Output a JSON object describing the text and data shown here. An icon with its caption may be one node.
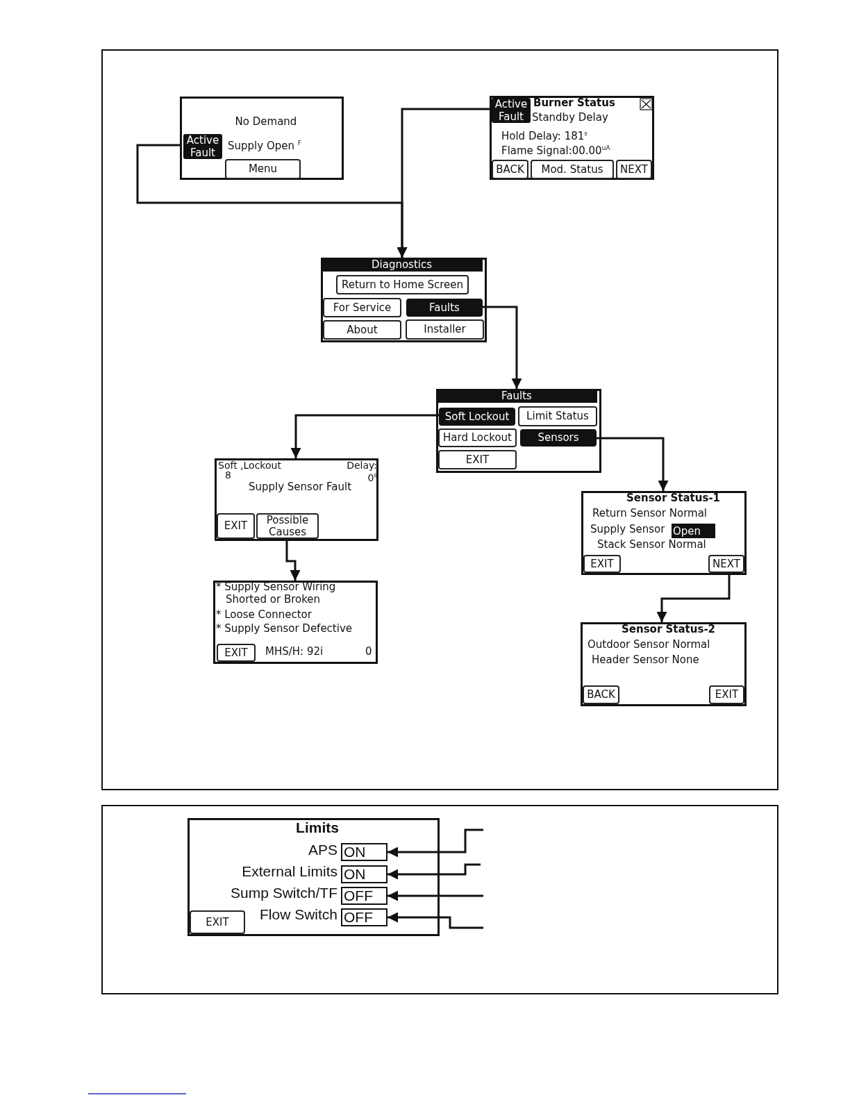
{
  "diagram": {
    "nodes": [
      {
        "text": [
          "No Demand",
          "Supply Open $^{F}$"
        ]
      },
      {
        "text": [
          "Active Fault"
        ],
        "in": 0
      },
      {
        "text": [
          "Menu"
        ],
        "in": 0
      },
      {
        "text": [
          "Burner Status",
          "Standby Delay",
          "Hold Delay:  181$^{s}$",
          "Flame Signal:00.00$^{uA}$"
        ]
      },
      {
        "text": [
          "Active Fault"
        ],
        "in": 3
      },
      {
        "text": [
          "BACK"
        ],
        "in": 3
      },
      {
        "text": [
          "Mod. Status"
        ],
        "in": 3
      },
      {
        "text": [
          "NEXT"
        ],
        "in": 3
      },
      {
        "text": [
          "Diagnostics"
        ]
      },
      {
        "text": [
          "Return to Home Screen"
        ],
        "in": 8
      },
      {
        "text": [
          "For Service"
        ],
        "in": 8
      },
      {
        "text": [
          "Faults"
        ],
        "in": 8
      },
      {
        "text": [
          "About"
        ],
        "in": 8
      },
      {
        "text": [
          "Installer"
        ],
        "in": 8
      },
      {
        "text": [
          "Faults"
        ]
      },
      {
        "text": [
          "Soft Lockout"
        ],
        "in": 14
      },
      {
        "text": [
          "Limit Status"
        ],
        "in": 14
      },
      {
        "text": [
          "Hard Lockout"
        ],
        "in": 14
      },
      {
        "text": [
          "Sensors"
        ],
        "in": 14
      },
      {
        "text": [
          "EXIT"
        ],
        "in": 14
      },
      {
        "text": [
          "Soft ,Lockout",
          "8",
          "Delay:",
          "0$^{s}$",
          "Supply Sensor Fault"
        ]
      },
      {
        "text": [
          "EXIT"
        ],
        "in": 20
      },
      {
        "text": [
          "Possible Causes"
        ],
        "in": 20
      },
      {
        "text": [
          "* Supply Sensor Wiring Shorted or Broken",
          "* Loose Connector",
          "* Supply Sensor Defective",
          "MHS/H:  92i",
          "0"
        ]
      },
      {
        "text": [
          "EXIT"
        ],
        "in": 23
      },
      {
        "text": [
          "Sensor Status-1",
          "Return Sensor Normal",
          "Supply Sensor",
          "Stack Sensor Normal"
        ]
      },
      {
        "text": [
          "Open"
        ],
        "in": 25
      },
      {
        "text": [
          "EXIT"
        ],
        "in": 25
      },
      {
        "text": [
          "NEXT"
        ],
        "in": 25
      },
      {
        "text": [
          "Sensor Status-2",
          "Outdoor Sensor Normal",
          "Header Sensor None"
        ]
      },
      {
        "text": [
          "BACK"
        ],
        "in": 29
      },
      {
        "text": [
          "EXIT"
        ],
        "in": 29
      },
      {
        "text": [
          "Limits",
          "APS",
          "External Limits",
          "Sump Switch/TF",
          "Flow Switch"
        ]
      },
      {
        "text": [
          "EXIT"
        ],
        "in": 32
      },
      {
        "text": [
          "ON"
        ],
        "in": 32
      },
      {
        "text": [
          "ON"
        ],
        "in": 32
      },
      {
        "text": [
          "OFF"
        ],
        "in": 32
      },
      {
        "text": [
          "OFF"
        ],
        "in": 32
      }
    ],
    "edges": [
      {
        "from": 0,
        "to": 8,
        "arrow": "to"
      },
      {
        "from": 3,
        "to": 8,
        "arrow": "to"
      },
      {
        "from": 11,
        "to": 14,
        "arrow": "to"
      },
      {
        "from": 15,
        "to": 20,
        "arrow": "to"
      },
      {
        "from": 18,
        "to": 25,
        "arrow": "to"
      },
      {
        "from": 22,
        "to": 23,
        "arrow": "to"
      },
      {
        "from": 28,
        "to": 29,
        "arrow": "to"
      },
      {
        "from": null,
        "to": 34,
        "arrow": "to"
      },
      {
        "from": null,
        "to": 35,
        "arrow": "to"
      },
      {
        "from": null,
        "to": 36,
        "arrow": "to"
      },
      {
        "from": null,
        "to": 37,
        "arrow": "to"
      }
    ]
  }
}
